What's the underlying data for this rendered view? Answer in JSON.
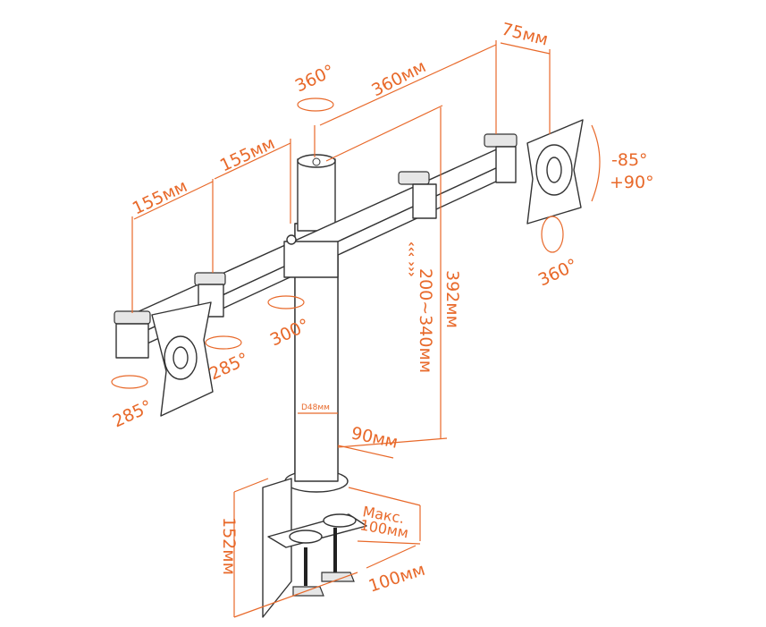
{
  "title": "Dual monitor desk mount dimensions",
  "colors": {
    "dimension": "#e8692a",
    "outline": "#333333"
  },
  "dimensions": {
    "bracket_offset": "75мм",
    "arm_length": "360мм",
    "pole_rotation": "360°",
    "segment_upper": "155мм",
    "segment_lower": "155мм",
    "tilt_down": "-85°",
    "tilt_up": "+90°",
    "plate_rotation": "360°",
    "arm_rotation": "300°",
    "joint_rotation": "285°",
    "head_rotation": "285°",
    "height_range": "200~340мм",
    "pole_height": "392мм",
    "pole_diameter": "D48мм",
    "base_offset": "90мм",
    "clamp_max_label": "Макс.",
    "clamp_max_value": "100мм",
    "clamp_depth": "100мм",
    "clamp_height": "152мм"
  }
}
